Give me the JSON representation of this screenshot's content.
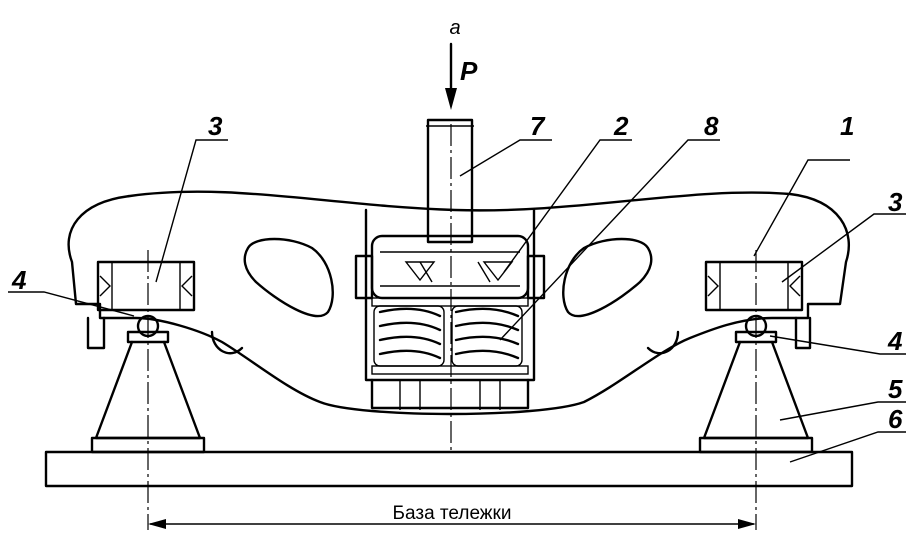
{
  "figure": {
    "subfigure_label": "а",
    "load_label": "P",
    "callouts": [
      "1",
      "2",
      "3",
      "3",
      "4",
      "4",
      "5",
      "6",
      "7",
      "8"
    ],
    "dimension_label": "База тележки"
  }
}
